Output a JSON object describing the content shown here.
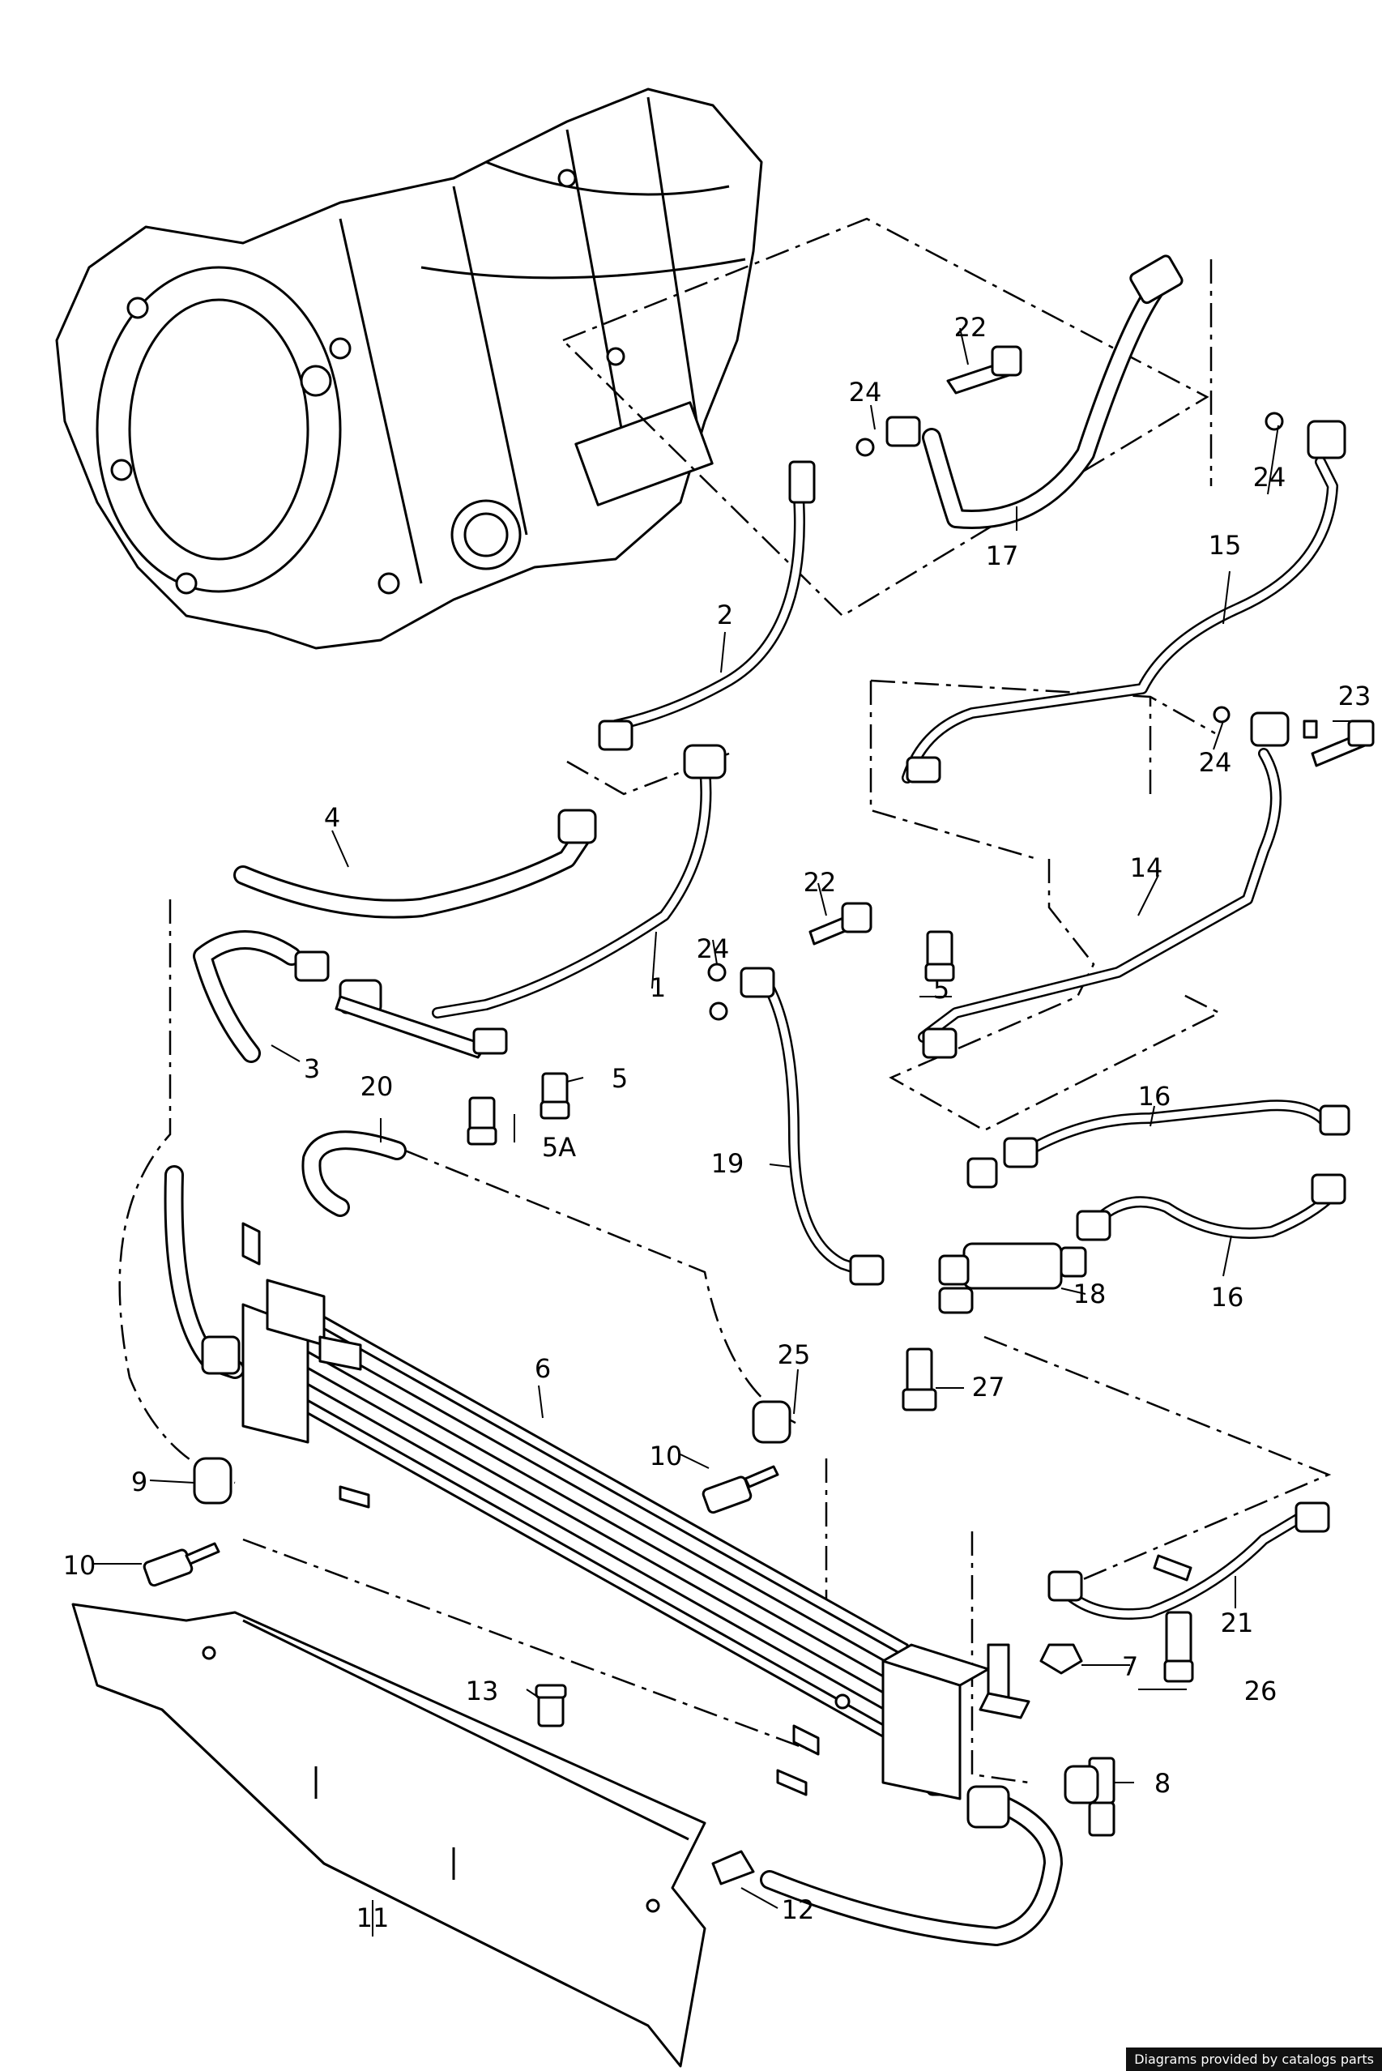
{
  "diagram": {
    "callouts": [
      "1",
      "2",
      "3",
      "4",
      "5",
      "5",
      "5A",
      "6",
      "7",
      "8",
      "9",
      "10",
      "10",
      "11",
      "12",
      "13",
      "14",
      "15",
      "16",
      "16",
      "17",
      "18",
      "19",
      "20",
      "21",
      "22",
      "22",
      "23",
      "24",
      "24",
      "24",
      "24",
      "25",
      "26",
      "27"
    ]
  },
  "footer": {
    "credit": "Diagrams provided by catalogs parts"
  }
}
